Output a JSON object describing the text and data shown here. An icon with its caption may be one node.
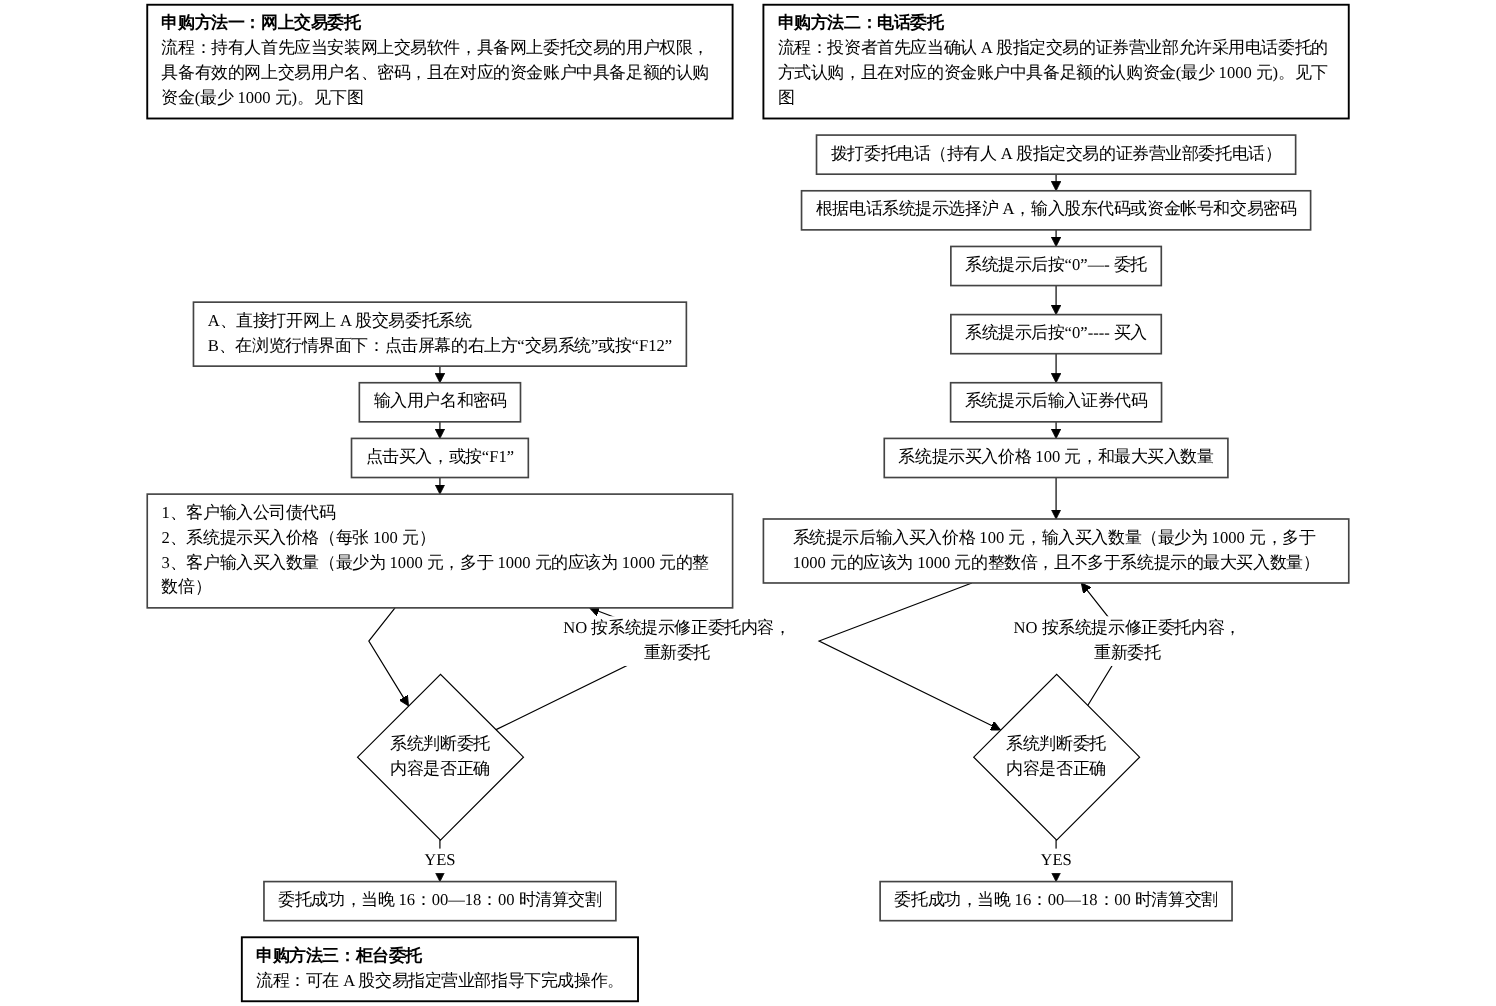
{
  "diagram": {
    "nodes": [
      {
        "text": [
          "申购方法一：网上交易委托",
          "流程：持有人首先应当安装网上交易软件，具备网上委托交易的用户权限，具备有效的网上交易用户名、密码，且在对应的资金账户中具备足额的认购资金(最少 1000 元)。见下图"
        ]
      },
      {
        "text": [
          "A、直接打开网上 A 股交易委托系统",
          "B、在浏览行情界面下：点击屏幕的右上方“交易系统”或按“F12”"
        ]
      },
      {
        "text": [
          "输入用户名和密码"
        ]
      },
      {
        "text": [
          "点击买入，或按“F1”"
        ]
      },
      {
        "text": [
          "1、客户输入公司债代码",
          "2、系统提示买入价格（每张 100 元）",
          "3、客户输入买入数量（最少为 1000 元，多于 1000 元的应该为 1000 元的整数倍）"
        ]
      },
      {
        "text": [
          "系统判断委托内容是否正确"
        ]
      },
      {
        "text": [
          "委托成功，当晚 16：00—18：00 时清算交割"
        ]
      },
      {
        "text": [
          "申购方法三：柜台委托",
          "流程：可在 A 股交易指定营业部指导下完成操作。"
        ]
      },
      {
        "text": [
          "申购方法二：电话委托",
          "流程：投资者首先应当确认 A 股指定交易的证券营业部允许采用电话委托的方式认购，且在对应的资金账户中具备足额的认购资金(最少 1000 元)。见下图"
        ]
      },
      {
        "text": [
          "拨打委托电话（持有人 A 股指定交易的证券营业部委托电话）"
        ]
      },
      {
        "text": [
          "根据电话系统提示选择沪 A，输入股东代码或资金帐号和交易密码"
        ]
      },
      {
        "text": [
          "系统提示后按“0”—- 委托"
        ]
      },
      {
        "text": [
          "系统提示后按“0”---- 买入"
        ]
      },
      {
        "text": [
          "系统提示后输入证券代码"
        ]
      },
      {
        "text": [
          "系统提示买入价格 100 元，和最大买入数量"
        ]
      },
      {
        "text": [
          "系统提示后输入买入价格 100 元，输入买入数量（最少为 1000 元，多于 1000 元的应该为 1000 元的整数倍，且不多于系统提示的最大买入数量）"
        ]
      },
      {
        "text": [
          "系统判断委托内容是否正确"
        ]
      },
      {
        "text": [
          "委托成功，当晚 16：00—18：00 时清算交割"
        ]
      }
    ],
    "edges": [
      {
        "from": 1,
        "to": 2,
        "arrow": "to"
      },
      {
        "from": 2,
        "to": 3,
        "arrow": "to"
      },
      {
        "from": 3,
        "to": 4,
        "arrow": "to"
      },
      {
        "from": 4,
        "to": 5,
        "arrow": "to"
      },
      {
        "from": 5,
        "to": 6,
        "arrow": "to",
        "label": "YES"
      },
      {
        "from": 5,
        "to": 4,
        "arrow": "to",
        "label": "NO 按系统提示修正委托内容，重新委托"
      },
      {
        "from": 9,
        "to": 10,
        "arrow": "to"
      },
      {
        "from": 10,
        "to": 11,
        "arrow": "to"
      },
      {
        "from": 11,
        "to": 12,
        "arrow": "to"
      },
      {
        "from": 12,
        "to": 13,
        "arrow": "to"
      },
      {
        "from": 13,
        "to": 14,
        "arrow": "to"
      },
      {
        "from": 14,
        "to": 15,
        "arrow": "to"
      },
      {
        "from": 15,
        "to": 16,
        "arrow": "to"
      },
      {
        "from": 16,
        "to": 17,
        "arrow": "to",
        "label": "YES"
      },
      {
        "from": 16,
        "to": 15,
        "arrow": "to",
        "label": "NO 按系统提示修正委托内容，重新委托"
      }
    ]
  }
}
